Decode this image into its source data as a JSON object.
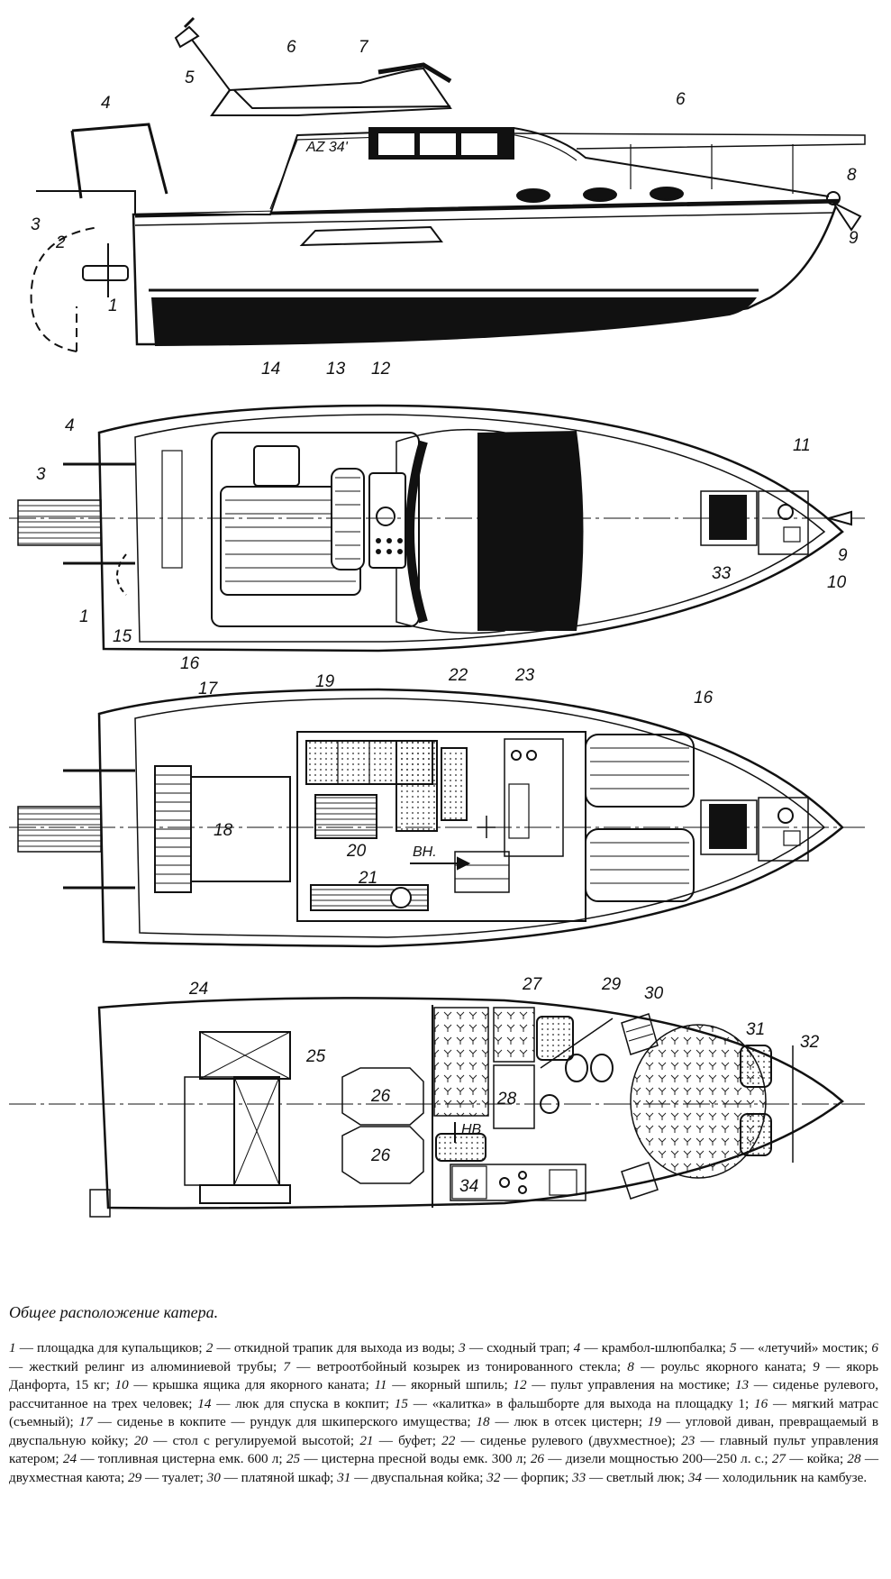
{
  "caption": {
    "title": "Общее расположение катера."
  },
  "model_badge": "AZ 34'",
  "annotations": {
    "vn": "ВН.",
    "nv": "НВ"
  },
  "callouts": [
    "1",
    "2",
    "3",
    "4",
    "5",
    "6",
    "7",
    "8",
    "9",
    "10",
    "11",
    "12",
    "13",
    "14",
    "15",
    "16",
    "17",
    "18",
    "19",
    "20",
    "21",
    "22",
    "23",
    "24",
    "25",
    "26",
    "27",
    "28",
    "29",
    "30",
    "31",
    "32",
    "33",
    "34"
  ],
  "legend": [
    {
      "n": "1",
      "text": "площадка для купальщиков"
    },
    {
      "n": "2",
      "text": "откидной трапик для выхода из воды"
    },
    {
      "n": "3",
      "text": "сходный трап"
    },
    {
      "n": "4",
      "text": "крамбол-шлюпбалка"
    },
    {
      "n": "5",
      "text": "«летучий» мостик"
    },
    {
      "n": "6",
      "text": "жесткий релинг из алюминиевой трубы"
    },
    {
      "n": "7",
      "text": "ветроотбойный козырек из тонированного стекла"
    },
    {
      "n": "8",
      "text": "роульс якорного каната"
    },
    {
      "n": "9",
      "text": "якорь Данфорта, 15 кг"
    },
    {
      "n": "10",
      "text": "крышка ящика для якорного каната"
    },
    {
      "n": "11",
      "text": "якорный шпиль"
    },
    {
      "n": "12",
      "text": "пульт управления на мостике"
    },
    {
      "n": "13",
      "text": "сиденье рулевого, рассчитанное на трех человек"
    },
    {
      "n": "14",
      "text": "люк для спуска в кокпит"
    },
    {
      "n": "15",
      "text": "«калитка» в фальшборте для выхода на площадку 1"
    },
    {
      "n": "16",
      "text": "мягкий матрас (съемный)"
    },
    {
      "n": "17",
      "text": "сиденье в кокпите — рундук для шкиперского имущества"
    },
    {
      "n": "18",
      "text": "люк в отсек цистерн"
    },
    {
      "n": "19",
      "text": "угловой диван, превращаемый в двуспальную койку"
    },
    {
      "n": "20",
      "text": "стол с регулируемой высотой"
    },
    {
      "n": "21",
      "text": "буфет"
    },
    {
      "n": "22",
      "text": "сиденье рулевого (двухместное)"
    },
    {
      "n": "23",
      "text": "главный пульт управления катером"
    },
    {
      "n": "24",
      "text": "топливная цистерна емк. 600 л"
    },
    {
      "n": "25",
      "text": "цистерна пресной воды емк. 300 л"
    },
    {
      "n": "26",
      "text": "дизели мощностью 200—250 л. с."
    },
    {
      "n": "27",
      "text": "койка"
    },
    {
      "n": "28",
      "text": "двухместная каюта"
    },
    {
      "n": "29",
      "text": "туалет"
    },
    {
      "n": "30",
      "text": "платяной шкаф"
    },
    {
      "n": "31",
      "text": "двуспальная койка"
    },
    {
      "n": "32",
      "text": "форпик"
    },
    {
      "n": "33",
      "text": "светлый люк"
    },
    {
      "n": "34",
      "text": "холодильник на камбузе"
    }
  ]
}
